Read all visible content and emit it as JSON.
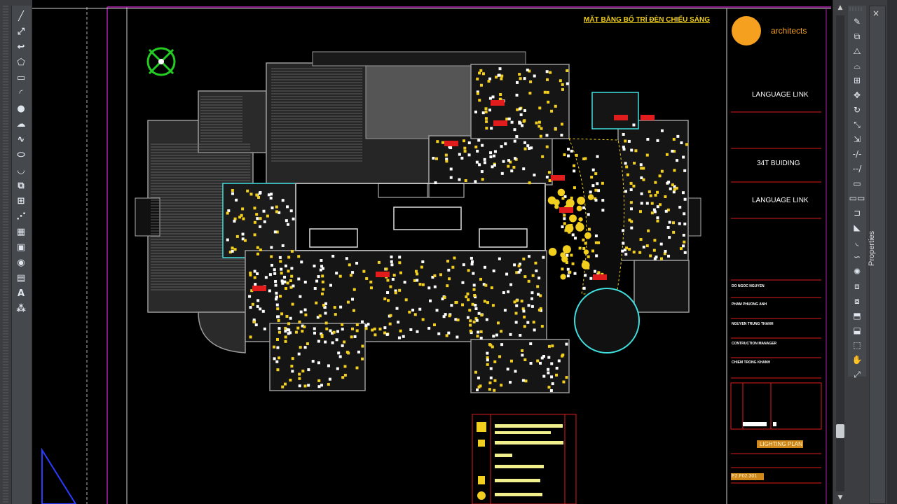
{
  "left_toolbar": {
    "tools": [
      {
        "name": "line-tool",
        "glyph": "╱"
      },
      {
        "name": "construction-line-tool",
        "glyph": "⤢"
      },
      {
        "name": "polyline-tool",
        "glyph": "↩"
      },
      {
        "name": "polygon-tool",
        "glyph": "⬠"
      },
      {
        "name": "rectangle-tool",
        "glyph": "▭"
      },
      {
        "name": "arc-tool",
        "glyph": "◜"
      },
      {
        "name": "circle-tool",
        "glyph": "●"
      },
      {
        "name": "revision-cloud-tool",
        "glyph": "☁"
      },
      {
        "name": "spline-tool",
        "glyph": "∿"
      },
      {
        "name": "ellipse-tool",
        "glyph": "⬭"
      },
      {
        "name": "ellipse-arc-tool",
        "glyph": "◡"
      },
      {
        "name": "insert-block-tool",
        "glyph": "⧉"
      },
      {
        "name": "make-block-tool",
        "glyph": "⊞"
      },
      {
        "name": "point-tool",
        "glyph": "⋰"
      },
      {
        "name": "hatch-tool",
        "glyph": "▦"
      },
      {
        "name": "gradient-tool",
        "glyph": "▣"
      },
      {
        "name": "region-tool",
        "glyph": "◉"
      },
      {
        "name": "table-tool",
        "glyph": "▤"
      },
      {
        "name": "multiline-text-tool",
        "glyph": "A"
      },
      {
        "name": "add-selected-tool",
        "glyph": "⁂"
      }
    ]
  },
  "right_toolbar": {
    "tools": [
      {
        "name": "erase-tool",
        "glyph": "✎"
      },
      {
        "name": "copy-tool",
        "glyph": "⧉"
      },
      {
        "name": "mirror-tool",
        "glyph": "⧍"
      },
      {
        "name": "offset-tool",
        "glyph": "⌓"
      },
      {
        "name": "array-tool",
        "glyph": "⊞"
      },
      {
        "name": "move-tool",
        "glyph": "✥"
      },
      {
        "name": "rotate-tool",
        "glyph": "↻"
      },
      {
        "name": "scale-tool",
        "glyph": "⤡"
      },
      {
        "name": "stretch-tool",
        "glyph": "⇲"
      },
      {
        "name": "trim-tool",
        "glyph": "-/-"
      },
      {
        "name": "extend-tool",
        "glyph": "--/"
      },
      {
        "name": "break-at-point-tool",
        "glyph": "▭"
      },
      {
        "name": "break-tool",
        "glyph": "▭▭"
      },
      {
        "name": "join-tool",
        "glyph": "⊐"
      },
      {
        "name": "chamfer-tool",
        "glyph": "◣"
      },
      {
        "name": "fillet-tool",
        "glyph": "◟"
      },
      {
        "name": "blend-curves-tool",
        "glyph": "∽"
      },
      {
        "name": "explode-tool",
        "glyph": "✺"
      },
      {
        "name": "draw-order-front-tool",
        "glyph": "⧈"
      },
      {
        "name": "draw-order-back-tool",
        "glyph": "⧇"
      },
      {
        "name": "bring-above-tool",
        "glyph": "⬒"
      },
      {
        "name": "send-under-tool",
        "glyph": "⬓"
      },
      {
        "name": "text-front-tool",
        "glyph": "⬚"
      },
      {
        "name": "pan-tool",
        "glyph": "✋"
      },
      {
        "name": "zoom-extents-tool",
        "glyph": "⤢"
      }
    ]
  },
  "properties_panel": {
    "label": "Properties",
    "close": "×"
  },
  "drawing": {
    "plan_title": "MẶT BẰNG BỐ TRÍ ĐÈN CHIẾU SÁNG",
    "logo_text": "architects",
    "title_block": {
      "client_name": "LANGUAGE LINK",
      "project_name": "34T BUIDING",
      "location_name": "LANGUAGE LINK",
      "sheet_title": "LIGHTING PLAN",
      "drawing_number": "E2.F02.301",
      "staff": [
        "DO NGOC NGUYEN",
        "PHAM PHUONG ANH",
        "NGUYEN TRUNG THANH",
        "CONTRUCTION MANAGER",
        "CHIEM TRONG KHANH"
      ]
    }
  },
  "colors": {
    "canvas": "#000000",
    "accent_yellow": "#f2cf1f",
    "accent_orange": "#f5a01e",
    "accent_red": "#e11c1c",
    "accent_cyan": "#40e0e0",
    "accent_magenta": "#a020a0",
    "wall_gray": "#9a9a9a"
  }
}
